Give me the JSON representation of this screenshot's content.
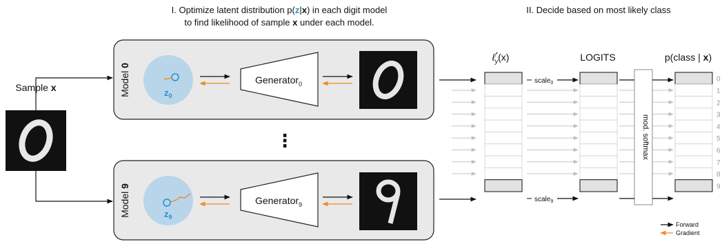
{
  "headers": {
    "left_line1_pre": "I. Optimize latent distribution p(",
    "left_line1_z": "z",
    "left_line1_mid": "|",
    "left_line1_x": "x",
    "left_line1_post": ") in each digit model",
    "left_line2_pre": "to find likelihood of sample ",
    "left_line2_x": "x",
    "left_line2_post": " under each model.",
    "right": "II. Decide based on most likely class"
  },
  "sample": {
    "label_pre": "Sample ",
    "label_x": "x"
  },
  "models": [
    {
      "label_pre": "Model ",
      "label_num": "0",
      "z_label": "z",
      "z_sub": "0",
      "generator_label": "Generator",
      "generator_sub": "0"
    },
    {
      "label_pre": "Model ",
      "label_num": "9",
      "z_label": "z",
      "z_sub": "9",
      "generator_label": "Generator",
      "generator_sub": "9"
    }
  ],
  "ellipsis": "⋮",
  "columns": {
    "likelihood": "ℓ*y(x)",
    "likelihood_main": "ℓ",
    "likelihood_sup": "*",
    "likelihood_sub": "y",
    "likelihood_arg": "(x)",
    "logits": "LOGITS",
    "prob_pre": "p(class | ",
    "prob_x": "x",
    "prob_post": ")"
  },
  "scale_labels": [
    {
      "text": "scale",
      "sub": "0"
    },
    {
      "text": "scale",
      "sub": "9"
    }
  ],
  "softmax_label": "mod. softmax",
  "class_indices": [
    "0",
    "1",
    "2",
    "3",
    "4",
    "5",
    "6",
    "7",
    "8",
    "9"
  ],
  "legend": {
    "forward": "Forward",
    "gradient": "Gradient"
  },
  "colors": {
    "latent_circle": "#b9d5ea",
    "model_box": "#e9e9e9",
    "accent_blue": "#2a8fc9",
    "gradient_orange": "#f08a24",
    "cell_highlight": "#e2e2e2"
  }
}
